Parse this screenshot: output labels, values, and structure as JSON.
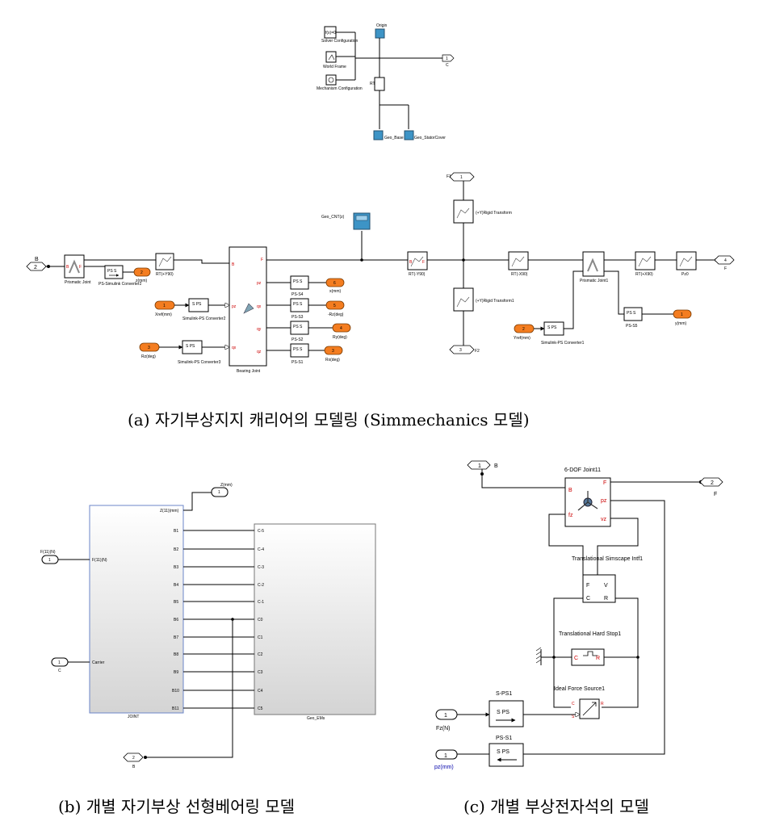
{
  "captions": {
    "a": "(a) 자기부상지지 캐리어의 모델링 (Simmechanics 모델)",
    "b": "(b) 개별 자기부상 선형베어링 모델",
    "c": "(c) 개별 부상전자석의 모델"
  },
  "top": {
    "solver": "Solver Configuration",
    "solver_icon": "f(x)=0",
    "world": "World Frame",
    "mech": "Mechanism Configuration",
    "origin": "Origin",
    "rt": "RT",
    "geo_base": "Geo_Base",
    "geo_stator": "Geo_StatorCover",
    "outport_num": "1",
    "outport_name": "C"
  },
  "a": {
    "inB_num": "2",
    "inB_name": "B",
    "prismatic": "Prismatic Joint",
    "ps_sim2": "PS-Simulink Converter2",
    "z_num": "2",
    "z_name": "z(mm)",
    "rt_y90": "RT(+Y90)",
    "bearing": "Bearing Joint",
    "bearing_B": "B",
    "bearing_F": "F",
    "bearing_pz": "pz",
    "bearing_qx": "qx",
    "out_pz": "pz",
    "out_qx": "qx",
    "out_qy": "qy",
    "out_qz": "qz",
    "xref_num": "1",
    "xref": "Xref(mm)",
    "sim_ps2": "Simulink-PS Converter2",
    "rz_num": "3",
    "rz": "Rz(deg)",
    "sim_ps3": "Simulink-PS Converter3",
    "ps_s4": "PS-S4",
    "ps_s3": "PS-S3",
    "ps_s2": "PS-S2",
    "ps_s1": "PS-S1",
    "out_x_num": "6",
    "out_x": "x(mm)",
    "out_rz_num": "5",
    "out_rz": "-Rz(deg)",
    "out_ry_num": "4",
    "out_ry": "Ry(deg)",
    "out_rx_num": "3",
    "out_rx": "Rx(deg)",
    "geo_cnt": "Geo_CNT(z)",
    "rt_my90": "RT(-Y90)",
    "f1_num": "1",
    "f1": "F1",
    "rigid_y": "(+Y)Rigid Transform",
    "rigid_y1": "(+Y)Rigid Transform1",
    "f2_num": "3",
    "f2": "F2",
    "rt_mx90": "RT(-X90)",
    "prismatic1": "Prismatic Joint1",
    "rt_px90": "RT(+X90)",
    "pz0": "Pz0",
    "outF_num": "4",
    "outF": "F",
    "yref_num": "2",
    "yref": "Yref(mm)",
    "sim_ps1": "Simulink-PS Converter1",
    "ps_s5": "PS-S5",
    "y_num": "1",
    "y": "y(mm)",
    "ps_text": "PS S",
    "sps_text": "S PS"
  },
  "b": {
    "z_num": "1",
    "z_label": "Z(mm)",
    "z11": "Z(11)(mm)",
    "f11_num": "1",
    "f11": "F(11)(N)",
    "f11_in": "F(11)(N)",
    "c_num": "1",
    "c": "C",
    "carrier": "Carrier",
    "joint": "JOINT",
    "geo": "Geo_EMs",
    "b_num": "2",
    "b_name": "B",
    "left_ports": [
      "B1",
      "B2",
      "B3",
      "B4",
      "B5",
      "B6",
      "B7",
      "B8",
      "B9",
      "B10",
      "B11"
    ],
    "right_ports": [
      "C-5",
      "C-4",
      "C-3",
      "C-2",
      "C-1",
      "C0",
      "C1",
      "C2",
      "C3",
      "C4",
      "C5"
    ]
  },
  "c": {
    "inB_num": "1",
    "inB": "B",
    "joint_name": "6-DOF Joint11",
    "j_B": "B",
    "j_F": "F",
    "j_fz": "fz",
    "j_pz": "pz",
    "j_vz": "vz",
    "outF_num": "2",
    "outF": "F",
    "simscape": "Translational Simscape Intf1",
    "s_F": "F",
    "s_V": "V",
    "s_C": "C",
    "s_R": "R",
    "hardstop": "Translational Hard Stop1",
    "hs_C": "C",
    "hs_R": "R",
    "force_src": "Ideal Force Source1",
    "fs_C": "C",
    "fs_R": "R",
    "fs_S": "S",
    "sps1_title": "S-PS1",
    "sps_text": "S PS",
    "fz_num": "1",
    "fz": "Fz(N)",
    "pss1_title": "PS-S1",
    "pss_text": "S PS",
    "pz_num": "1",
    "pz": "pz(mm)"
  }
}
